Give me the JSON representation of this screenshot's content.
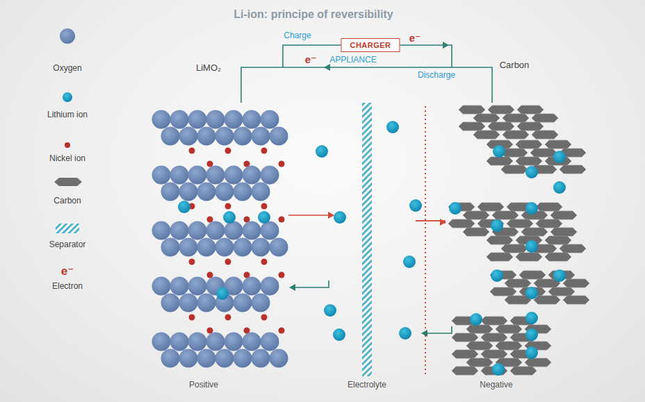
{
  "diagram": {
    "title": "Li-ion: principe of reversibility",
    "nodes": [
      {
        "text": [
          "CHARGER"
        ]
      }
    ],
    "labels": [
      "Charge",
      "e⁻",
      "APPLIANCE",
      "e⁻",
      "Discharge",
      "LiMO₂",
      "Carbon",
      "e⁻",
      "Positive",
      "Electrolyte",
      "Negative"
    ],
    "legend": [
      {
        "text": "Oxygen"
      },
      {
        "text": "Lithium ion"
      },
      {
        "text": "Nickel ion"
      },
      {
        "text": "Carbon"
      },
      {
        "text": "Separator"
      },
      {
        "text": "Electron"
      }
    ]
  }
}
